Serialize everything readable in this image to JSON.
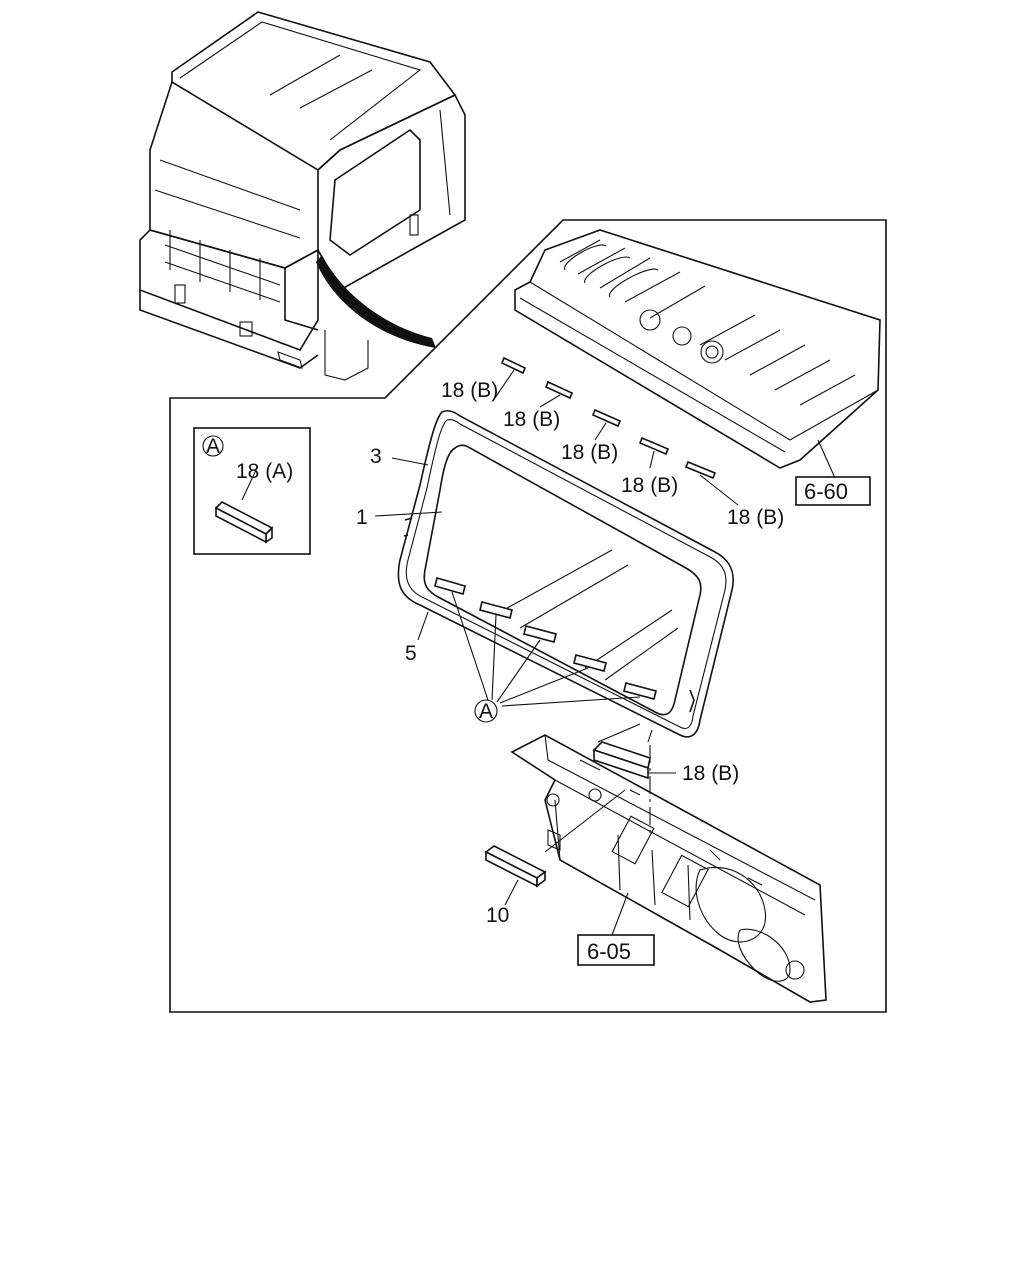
{
  "callouts": {
    "glass": "1",
    "weatherstrip": "3",
    "molding": "5",
    "pad": "10",
    "dam_a": "18 (A)",
    "dam_b": "18 (B)",
    "detail_marker": "A"
  },
  "refs": {
    "roof": "6-60",
    "dash_panel": "6-05"
  },
  "colors": {
    "line": "#111111",
    "background": "#ffffff"
  }
}
